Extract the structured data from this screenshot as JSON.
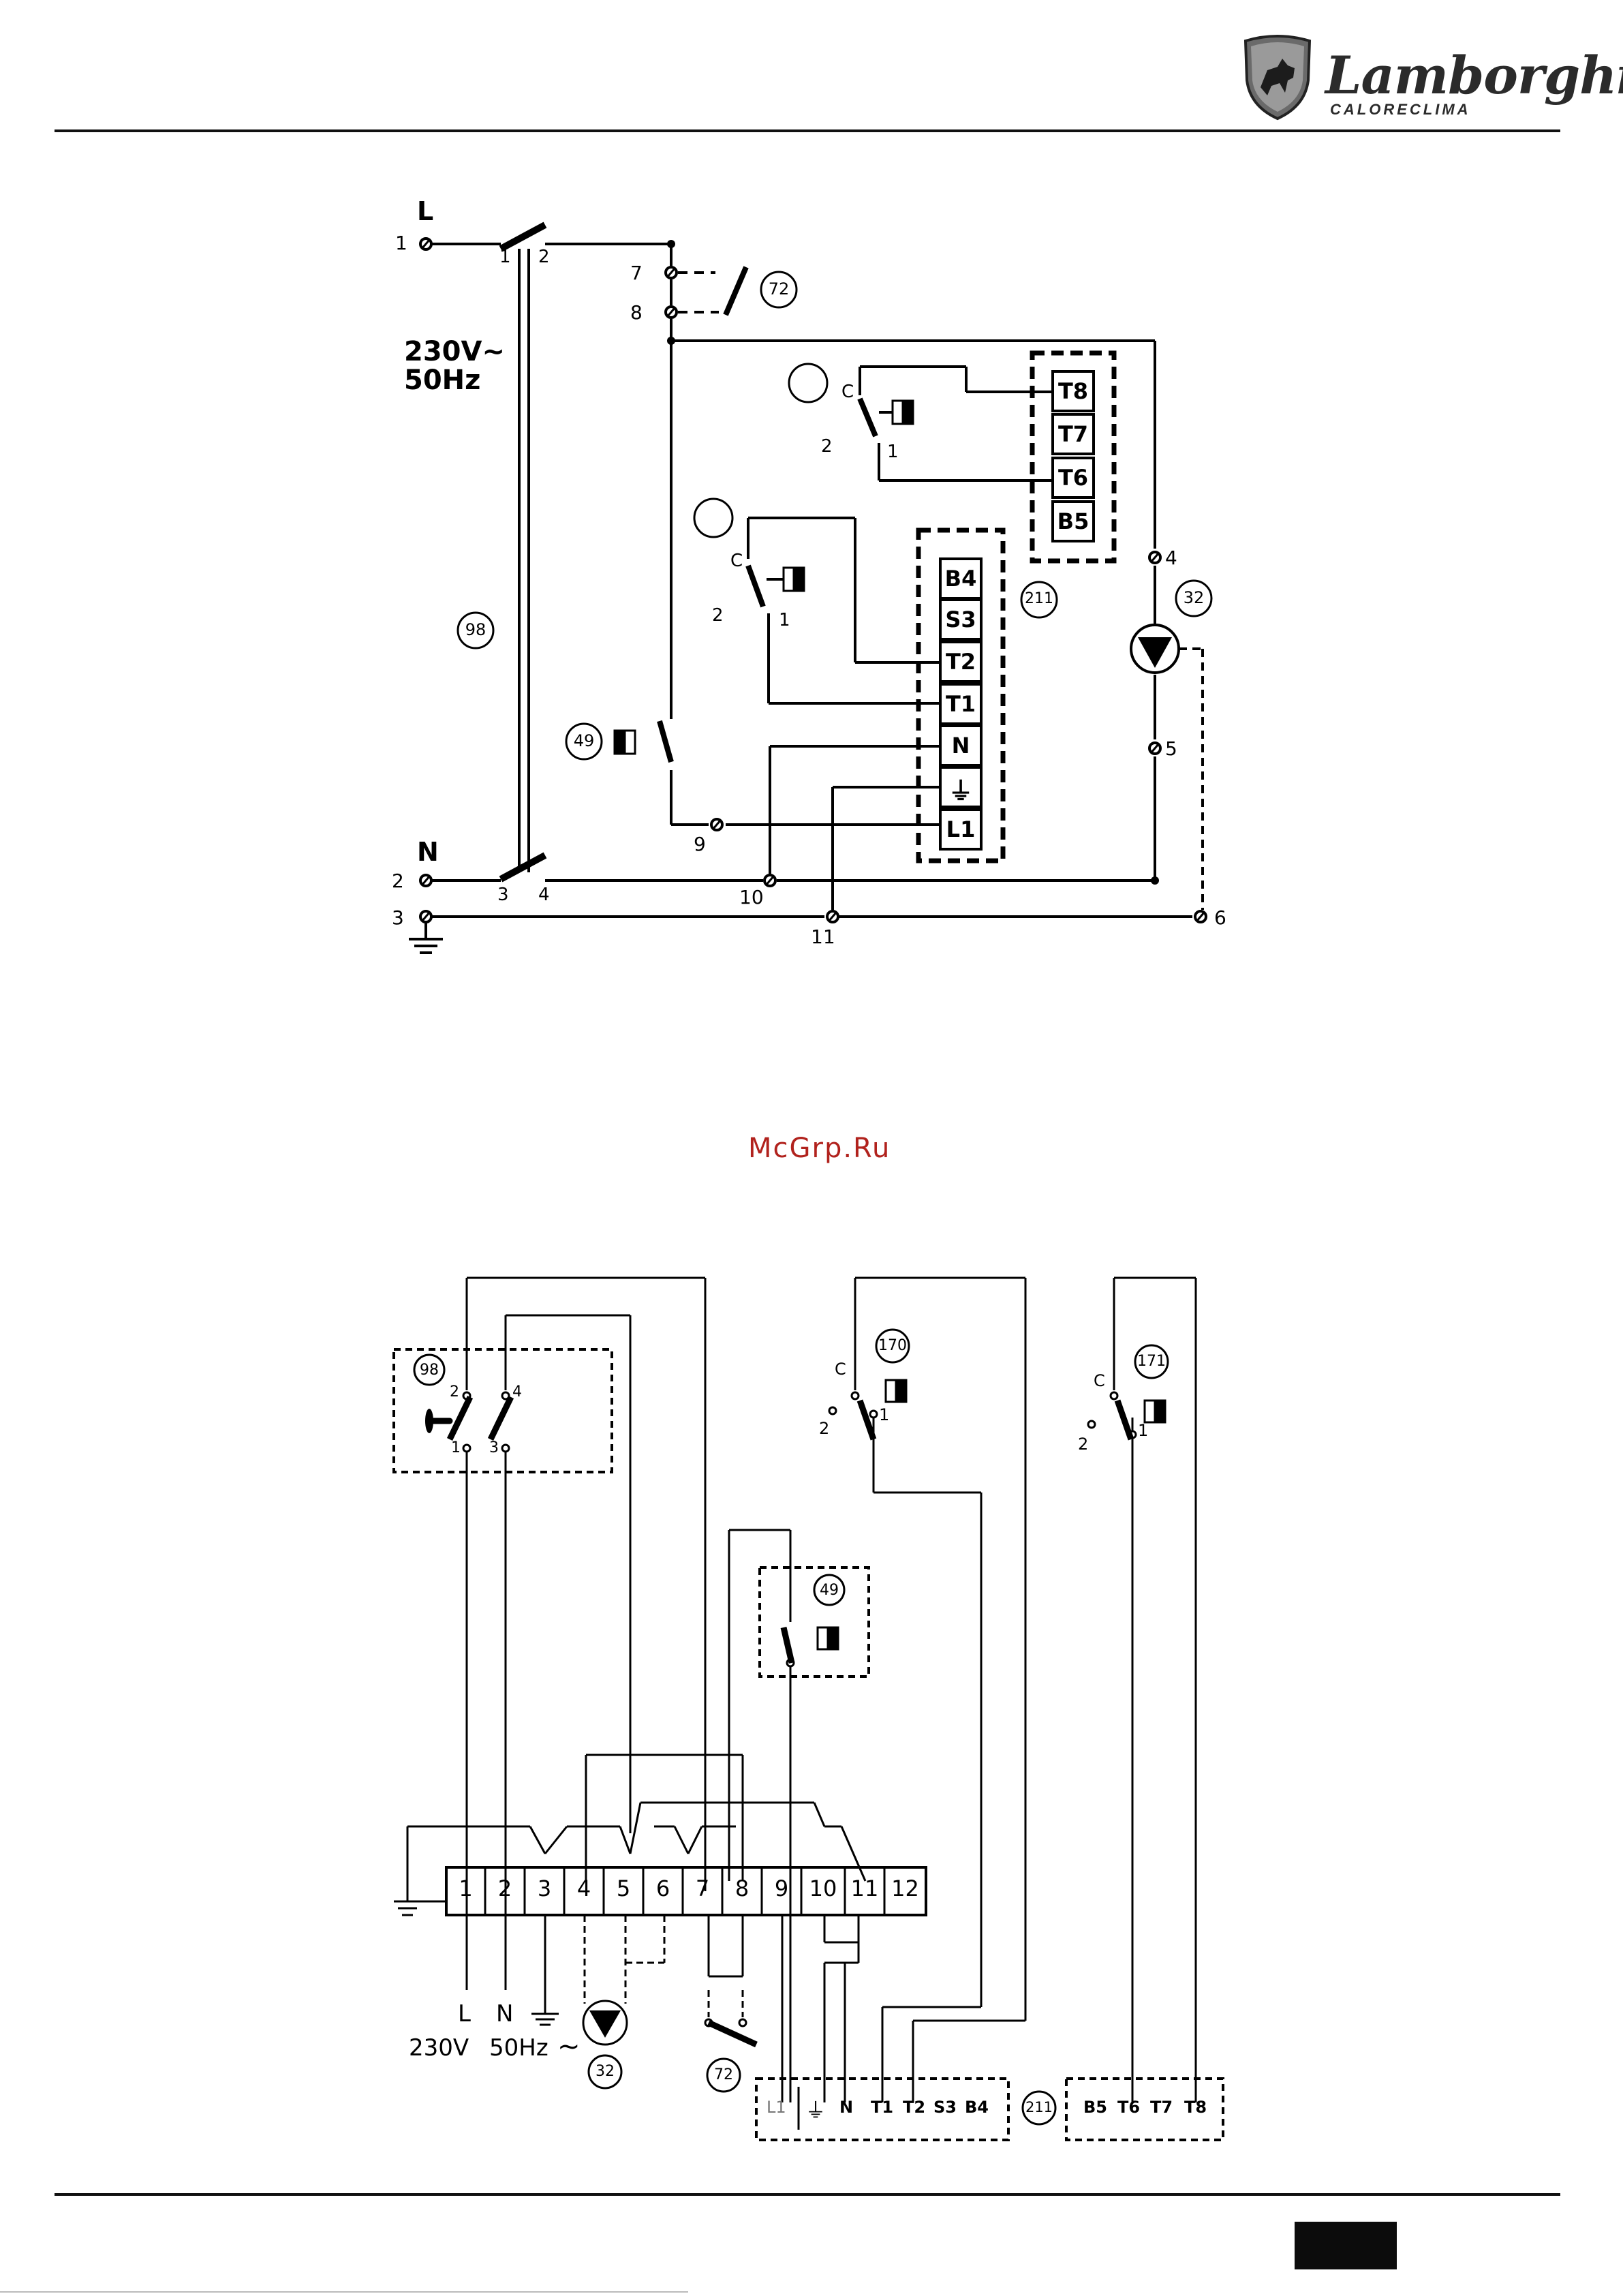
{
  "brand": {
    "logo_word": "Lamborghini",
    "logo_sub": "CALORECLIMA"
  },
  "watermark": "McGrp.Ru",
  "top_diagram": {
    "supply_line_label": "L",
    "supply_neutral_label": "N",
    "voltage": "230V",
    "frequency": "50Hz",
    "tilde": "~",
    "terminal_numbers": [
      "1",
      "2",
      "3",
      "4",
      "5",
      "6",
      "7",
      "8",
      "9",
      "10",
      "11"
    ],
    "switch_contact_labels": [
      "1",
      "2",
      "3",
      "4"
    ],
    "switch_c_label": "C",
    "switch_pos1": "1",
    "switch_pos2": "2",
    "component_refs": {
      "main_switch": "98",
      "flow_switch": "72",
      "safety_thermostat": "49",
      "pump": "32",
      "controller": "211"
    },
    "controller_terminals_a": [
      "B4",
      "S3",
      "T2",
      "T1",
      "N",
      "⏚",
      "L1"
    ],
    "controller_terminals_b": [
      "T8",
      "T7",
      "T6",
      "B5"
    ]
  },
  "bottom_diagram": {
    "terminal_block": [
      "1",
      "2",
      "3",
      "4",
      "5",
      "6",
      "7",
      "8",
      "9",
      "10",
      "11",
      "12"
    ],
    "supply_labels": [
      "L",
      "N"
    ],
    "voltage_line": "230V",
    "freq_line": "50Hz",
    "tilde": "~",
    "component_refs": {
      "main_switch": "98",
      "thermostat_a": "170",
      "thermostat_b": "171",
      "safety_thermostat": "49",
      "pump": "32",
      "flow_switch": "72",
      "controller": "211"
    },
    "switch_labels": [
      "1",
      "2",
      "3",
      "4"
    ],
    "c_label": "C",
    "pos1": "1",
    "pos2": "2",
    "controller_terminals_a": [
      "L1",
      "⏚",
      "N",
      "T1",
      "T2",
      "S3",
      "B4"
    ],
    "controller_terminals_b": [
      "B5",
      "T6",
      "T7",
      "T8"
    ]
  }
}
